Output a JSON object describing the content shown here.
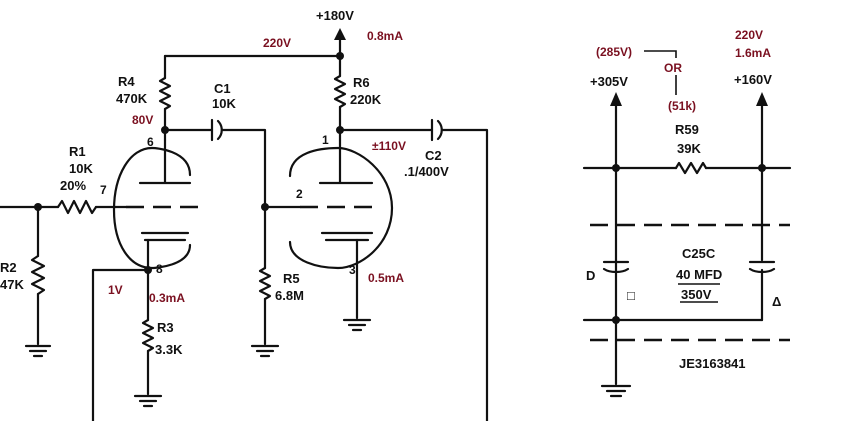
{
  "left_circuit": {
    "supply": "+180V",
    "components": {
      "r1": {
        "name": "R1",
        "value": "10K",
        "tol": "20%"
      },
      "r2": {
        "name": "R2",
        "value": "47K"
      },
      "r3": {
        "name": "R3",
        "value": "3.3K"
      },
      "r4": {
        "name": "R4",
        "value": "470K"
      },
      "r5": {
        "name": "R5",
        "value": "6.8M"
      },
      "r6": {
        "name": "R6",
        "value": "220K"
      },
      "c1": {
        "name": "C1",
        "value": "10K"
      },
      "c2": {
        "name": "C2",
        "value": ".1/400V"
      }
    },
    "pins": {
      "p1": "1",
      "p2": "2",
      "p3": "3",
      "p6": "6",
      "p7": "7",
      "p8": "8"
    },
    "annotations": {
      "v220": "220V",
      "i08": "0.8mA",
      "v80": "80V",
      "v110": "±110V",
      "v1": "1V",
      "i03": "0.3mA",
      "i05": "0.5mA"
    }
  },
  "right_circuit": {
    "supply_left": "+305V",
    "supply_right": "+160V",
    "r59": {
      "name": "R59",
      "value": "39K"
    },
    "c25c": {
      "name": "C25C",
      "value": "40 MFD",
      "voltage": "350V"
    },
    "cap_left_frag": "D",
    "cap_left_mark": "□",
    "cap_right_mark": "Δ",
    "part_number": "JE3163841",
    "annotations": {
      "v285": "(285V)",
      "or": "OR",
      "k51": "(51k)",
      "v220": "220V",
      "i16": "1.6mA"
    }
  },
  "colors": {
    "ink": "#111111",
    "annotation": "#7a1020",
    "background": "#ffffff"
  }
}
